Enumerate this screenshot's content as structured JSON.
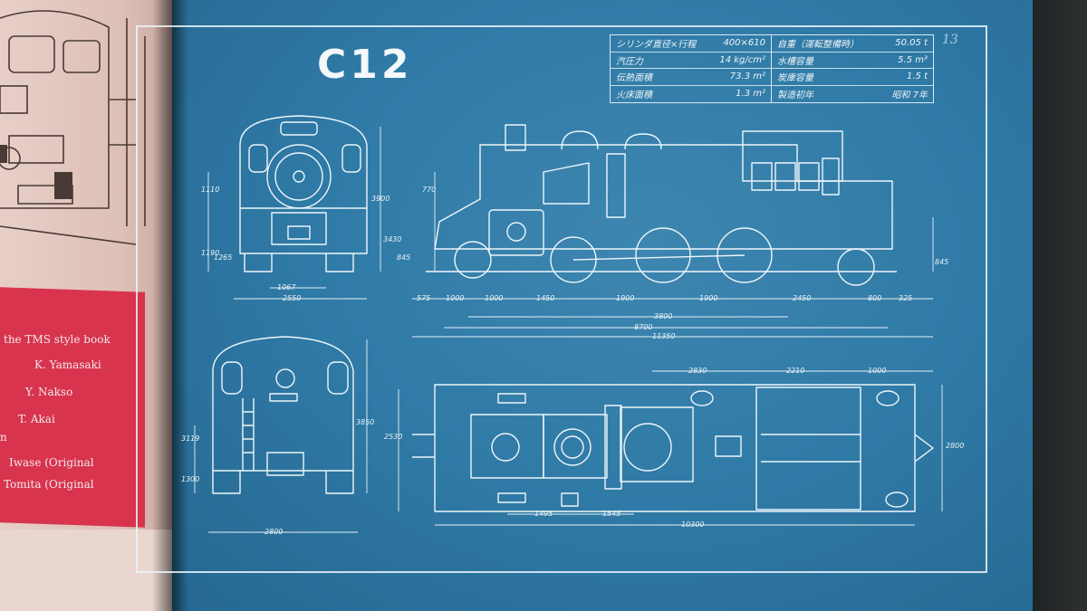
{
  "left_page": {
    "credits": [
      "the TMS style book",
      "K. Yamasaki",
      "Y. Nakso",
      "T. Akai",
      "n",
      "Iwase (Original",
      "Tomita (Original"
    ]
  },
  "blueprint": {
    "page_number": "13",
    "model": "C12",
    "specs_left": [
      {
        "label": "シリンダ直径×行程",
        "value": "400×610"
      },
      {
        "label": "汽圧力",
        "value": "14 kg/cm²"
      },
      {
        "label": "伝熱面積",
        "value": "73.3 m²"
      },
      {
        "label": "火床面積",
        "value": "1.3 m²"
      }
    ],
    "specs_right": [
      {
        "label": "自重（運転整備時）",
        "value": "50.05 t"
      },
      {
        "label": "水槽容量",
        "value": "5.5 m³"
      },
      {
        "label": "炭庫容量",
        "value": "1.5 t"
      },
      {
        "label": "製造初年",
        "value": "昭和 7年"
      }
    ],
    "dimensions": {
      "front_width": "2550",
      "front_gauge": "1067",
      "front_h1": "1110",
      "front_h2": "3900",
      "front_h3": "1190",
      "front_h4": "1265",
      "side_h1": "3430",
      "side_h2": "770",
      "side_h3": "845",
      "side_h4": "845",
      "side_a": "575",
      "side_b": "1000",
      "side_c": "1000",
      "side_d": "1450",
      "side_e": "1900",
      "side_f": "1900",
      "side_g": "2450",
      "side_h": "800",
      "side_i": "325",
      "side_j": "3800",
      "side_k": "8700",
      "side_l": "11350",
      "rear_width": "2800",
      "rear_h1": "3119",
      "rear_h2": "1300",
      "rear_h3": "3850",
      "top_a": "2830",
      "top_b": "2210",
      "top_c": "1000",
      "top_d": "1495",
      "top_e": "1545",
      "top_f": "10300",
      "top_g": "2530",
      "top_h": "2800"
    }
  }
}
